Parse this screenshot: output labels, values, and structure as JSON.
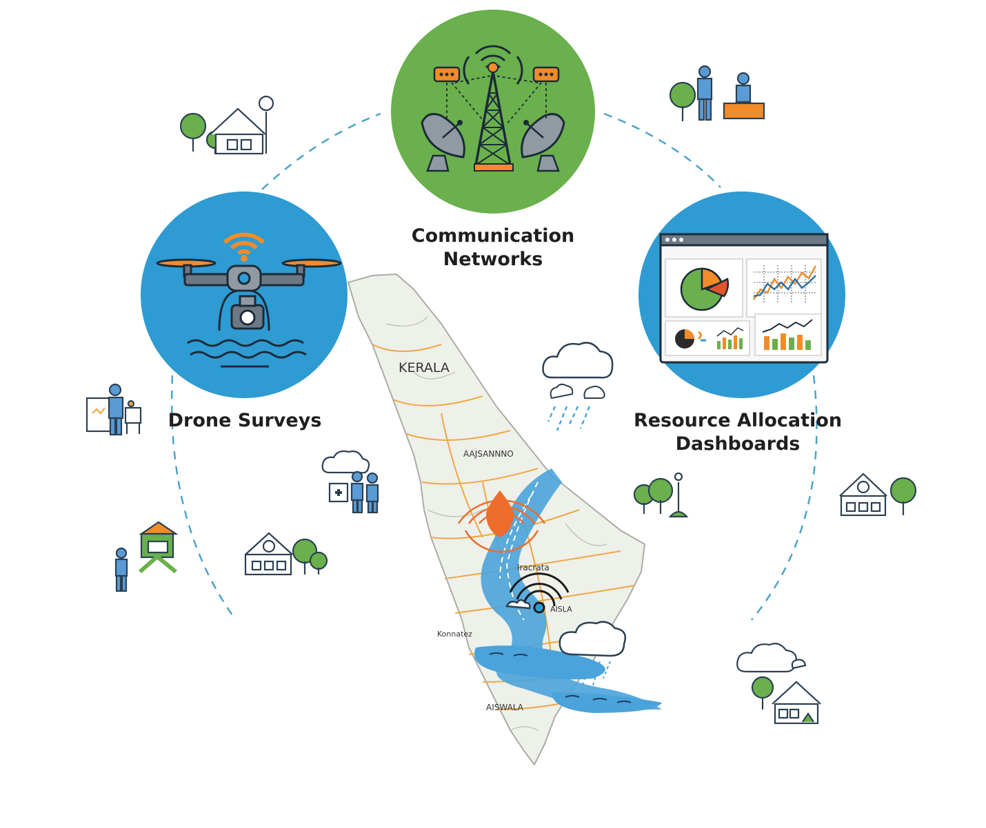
{
  "nodes": {
    "communication": {
      "line1": "Communication",
      "line2": "Networks",
      "circle_color": "#6ab04c"
    },
    "drone": {
      "line1": "Drone Surveys",
      "circle_color": "#2e9bd3"
    },
    "dashboard": {
      "line1": "Resource Allocation",
      "line2": "Dashboards",
      "circle_color": "#2e9bd3"
    }
  },
  "map": {
    "region_label": "KERALA",
    "place_labels": [
      "AAJSANNNO",
      "Iracrata",
      "Konnatez",
      "AISLA",
      "AISWALA"
    ],
    "river_color": "#4aa3da",
    "border_color": "#f2a640",
    "land_color": "#eef0ea",
    "alert_color": "#ee6c2c"
  },
  "palette": {
    "accent_orange": "#f28c28",
    "dashed_ring": "#4aa3c8",
    "icon_blue": "#5a9bd5",
    "tree_green": "#6ab04c"
  }
}
